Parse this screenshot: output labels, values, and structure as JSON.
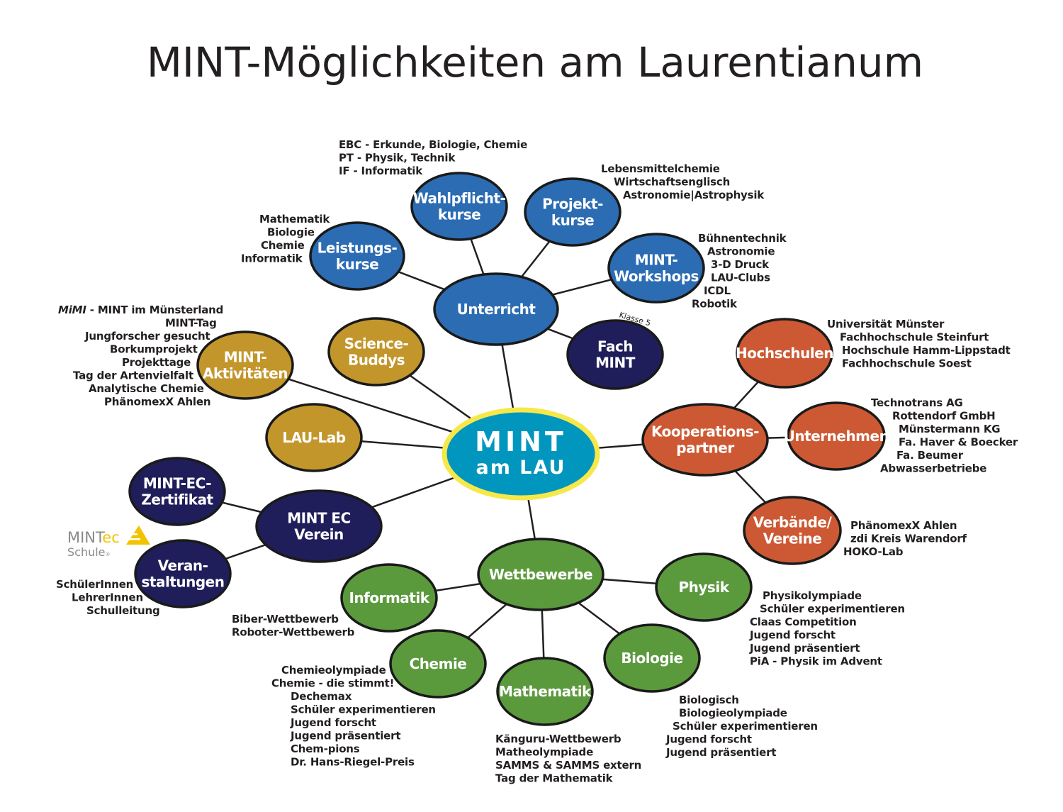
{
  "title": "MINT-Möglichkeiten am Laurentianum",
  "colors": {
    "center": "#0096bd",
    "center_ring": "#f6e84a",
    "blue": "#2b6cb3",
    "navy": "#1f1e5a",
    "gold": "#c3962c",
    "orange": "#cc5933",
    "green": "#5b993d",
    "outline": "#1a1a1a"
  },
  "center": {
    "line1": "MINT",
    "line2": "am LAU"
  },
  "nodes": [
    {
      "id": "unterricht",
      "color": "blue",
      "lines": [
        "Unterricht"
      ]
    },
    {
      "id": "wahlpflicht",
      "color": "blue",
      "lines": [
        "Wahlpflicht-",
        "kurse"
      ]
    },
    {
      "id": "projekt",
      "color": "blue",
      "lines": [
        "Projekt-",
        "kurse"
      ]
    },
    {
      "id": "leistung",
      "color": "blue",
      "lines": [
        "Leistungs-",
        "kurse"
      ]
    },
    {
      "id": "workshops",
      "color": "blue",
      "lines": [
        "MINT-",
        "Workshops"
      ]
    },
    {
      "id": "fach",
      "color": "navy",
      "lines": [
        "Fach",
        "MINT"
      ]
    },
    {
      "id": "science",
      "color": "gold",
      "lines": [
        "Science-",
        "Buddys"
      ]
    },
    {
      "id": "aktiv",
      "color": "gold",
      "lines": [
        "MINT-",
        "Aktivitäten"
      ]
    },
    {
      "id": "laulab",
      "color": "gold",
      "lines": [
        "LAU-Lab"
      ]
    },
    {
      "id": "mintecz",
      "color": "navy",
      "lines": [
        "MINT-EC-",
        "Zertifikat"
      ]
    },
    {
      "id": "verein",
      "color": "navy",
      "lines": [
        "MINT EC",
        "Verein"
      ]
    },
    {
      "id": "veran",
      "color": "navy",
      "lines": [
        "Veran-",
        "staltungen"
      ]
    },
    {
      "id": "hochschulen",
      "color": "orange",
      "lines": [
        "Hochschulen"
      ]
    },
    {
      "id": "koop",
      "color": "orange",
      "lines": [
        "Kooperations-",
        "partner"
      ]
    },
    {
      "id": "unternehmen",
      "color": "orange",
      "lines": [
        "Unternehmen"
      ]
    },
    {
      "id": "verbaende",
      "color": "orange",
      "lines": [
        "Verbände/",
        "Vereine"
      ]
    },
    {
      "id": "wettbewerbe",
      "color": "green",
      "lines": [
        "Wettbewerbe"
      ]
    },
    {
      "id": "informatik",
      "color": "green",
      "lines": [
        "Informatik"
      ]
    },
    {
      "id": "physik",
      "color": "green",
      "lines": [
        "Physik"
      ]
    },
    {
      "id": "chemie",
      "color": "green",
      "lines": [
        "Chemie"
      ]
    },
    {
      "id": "mathematik",
      "color": "green",
      "lines": [
        "Mathematik"
      ]
    },
    {
      "id": "biologie",
      "color": "green",
      "lines": [
        "Biologie"
      ]
    }
  ],
  "fach_badge": "Klasse 5",
  "texts": [
    {
      "id": "wahl_text",
      "lines": [
        "EBC - Erkunde, Biologie, Chemie",
        "PT - Physik, Technik",
        "IF - Informatik"
      ]
    },
    {
      "id": "projekt_text",
      "lines": [
        "Lebensmittelchemie",
        "Wirtschaftsenglisch",
        "Astronomie|Astrophysik"
      ]
    },
    {
      "id": "leistung_text",
      "lines": [
        "Mathematik",
        "Biologie",
        "Chemie",
        "Informatik"
      ]
    },
    {
      "id": "workshops_text",
      "lines": [
        "Bühnentechnik",
        "Astronomie",
        "3-D Druck",
        "LAU-Clubs",
        "ICDL",
        "Robotik"
      ]
    },
    {
      "id": "aktiv_text",
      "italic_prefix": "MiMI",
      "lines": [
        " - MINT im Münsterland",
        "MINT-Tag",
        "Jungforscher gesucht",
        "Borkumprojekt",
        "Projekttage",
        "Tag der Artenvielfalt",
        "Analytische Chemie",
        "PhänomexX Ahlen"
      ]
    },
    {
      "id": "hochschulen_text",
      "lines": [
        "Universität Münster",
        "Fachhochschule Steinfurt",
        "Hochschule Hamm-Lippstadt",
        "Fachhochschule Soest"
      ]
    },
    {
      "id": "unternehmen_text",
      "lines": [
        "Technotrans AG",
        "Rottendorf GmbH",
        "Münstermann KG",
        "Fa. Haver & Boecker",
        "Fa. Beumer",
        "Abwasserbetriebe"
      ]
    },
    {
      "id": "verbaende_text",
      "lines": [
        "PhänomexX Ahlen",
        "zdi Kreis Warendorf",
        "HOKO-Lab"
      ]
    },
    {
      "id": "veran_text",
      "lines": [
        "SchülerInnen",
        "LehrerInnen",
        "Schulleitung"
      ]
    },
    {
      "id": "informatik_text",
      "lines": [
        "Biber-Wettbewerb",
        "Roboter-Wettbewerb"
      ]
    },
    {
      "id": "physik_text",
      "lines": [
        "Physikolympiade",
        "Schüler experimentieren",
        "Claas Competition",
        "Jugend forscht",
        "Jugend präsentiert",
        "PiA - Physik im Advent"
      ]
    },
    {
      "id": "chemie_text",
      "lines": [
        "Chemieolympiade",
        "Chemie - die stimmt!",
        "Dechemax",
        "Schüler experimentieren",
        "Jugend forscht",
        "Jugend präsentiert",
        "Chem-pions",
        "Dr. Hans-Riegel-Preis"
      ]
    },
    {
      "id": "mathe_text",
      "lines": [
        "Känguru-Wettbewerb",
        "Matheolympiade",
        "SAMMS & SAMMS extern",
        "Tag der Mathematik"
      ]
    },
    {
      "id": "bio_text",
      "lines": [
        "Biologisch",
        "Biologieolympiade",
        "Schüler experimentieren",
        "Jugend forscht",
        "Jugend präsentiert"
      ]
    }
  ],
  "logo": {
    "mint": "MINT",
    "ec": "ec",
    "schule": "Schule",
    "mark": "®"
  }
}
